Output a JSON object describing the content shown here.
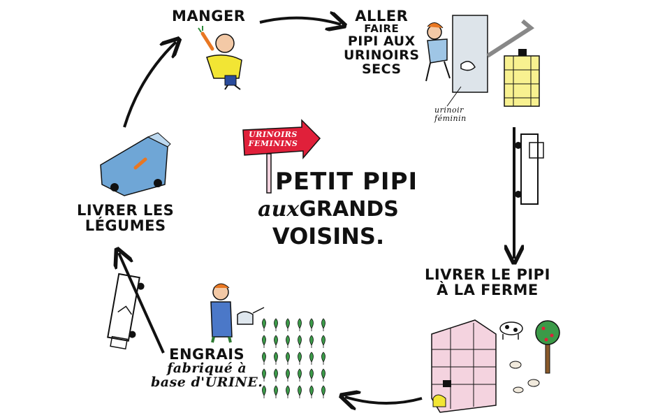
{
  "title": {
    "line1": "PETIT PIPI",
    "line2_prefix": "aux",
    "line2_main": "GRANDS",
    "line3": "VOISINS."
  },
  "sign": {
    "line1": "URINOIRS",
    "line2": "FEMININS",
    "color": "#e0203a"
  },
  "steps": {
    "manger": "MANGER",
    "aller": {
      "l1": "ALLER",
      "l2": "FAIRE",
      "l3": "PIPI AUX",
      "l4": "URINOIRS",
      "l5": "SECS"
    },
    "urinoir_note": {
      "l1": "urinoir",
      "l2": "féminin"
    },
    "livrer_pipi": {
      "l1": "LIVRER LE PIPI",
      "l2": "À LA FERME"
    },
    "engrais": {
      "l1": "ENGRAIS",
      "l2": "fabriqué à",
      "l3": "base d'URINE."
    },
    "livrer_legumes": {
      "l1": "LIVRER LES",
      "l2": "LÉGUMES"
    }
  },
  "colors": {
    "ink": "#111111",
    "yellow": "#f2e534",
    "blue": "#6fa6d6",
    "light_blue": "#bcd8ef",
    "pink": "#f4d3df",
    "green": "#2e8b3a",
    "brown": "#8a5a2b",
    "skin": "#f3c9a6",
    "orange": "#e87722"
  }
}
